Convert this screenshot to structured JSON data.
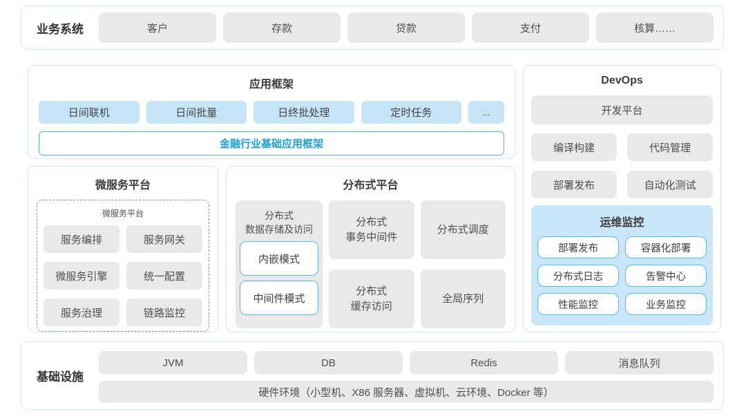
{
  "colors": {
    "section_border": "#d2e9f5",
    "gray_box_bg": "#e9e9e9",
    "blue_chip_bg": "#c5e4f6",
    "monitor_panel_bg": "#c9e7f8",
    "accent_border": "#55b9e4",
    "accent_text": "#1ba0d5"
  },
  "business_systems": {
    "label": "业务系统",
    "items": [
      "客户",
      "存款",
      "贷款",
      "支付",
      "核算……"
    ]
  },
  "app_framework": {
    "title": "应用框架",
    "chips": [
      "日间联机",
      "日间批量",
      "日终批处理",
      "定时任务",
      "..."
    ],
    "base_framework": "金融行业基础应用框架"
  },
  "devops": {
    "title": "DevOps",
    "dev_platform": "开发平台",
    "tools": [
      "编译构建",
      "代码管理",
      "部署发布",
      "自动化测试"
    ],
    "monitoring": {
      "title": "运维监控",
      "items": [
        "部署发布",
        "容器化部署",
        "分布式日志",
        "告警中心",
        "性能监控",
        "业务监控"
      ]
    }
  },
  "microservice_platform": {
    "title": "微服务平台",
    "inner_title": "微服务平台",
    "items": [
      "服务编排",
      "服务网关",
      "微服务引擎",
      "统一配置",
      "服务治理",
      "链路监控"
    ]
  },
  "distributed_platform": {
    "title": "分布式平台",
    "storage": {
      "label": "分布式\n数据存储及访问",
      "modes": [
        "内嵌模式",
        "中间件模式"
      ]
    },
    "cells": [
      "分布式\n事务中间件",
      "分布式调度",
      "分布式\n缓存访问",
      "全局序列"
    ]
  },
  "infrastructure": {
    "label": "基础设施",
    "items": [
      "JVM",
      "DB",
      "Redis",
      "消息队列"
    ],
    "hardware": "硬件环境（小型机、X86 服务器、虚拟机、云环境、Docker 等）"
  }
}
